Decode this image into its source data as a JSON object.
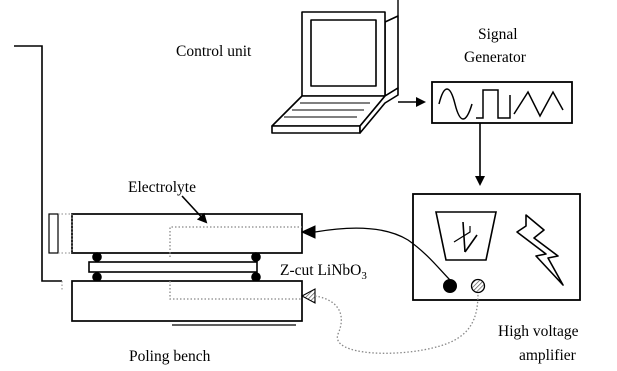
{
  "labels": {
    "control_unit": "Control unit",
    "signal_line1": "Signal",
    "signal_line2": "Generator",
    "electrolyte": "Electrolyte",
    "crystal_main": "Z-cut LiNbO",
    "crystal_subscript": "3",
    "hv_line1": "High voltage",
    "hv_line2": "amplifier",
    "poling_bench": "Poling bench"
  },
  "colors": {
    "stroke": "#000000",
    "background": "#ffffff",
    "hatched_electrode": "#777777",
    "dotted_line": "#888888"
  },
  "icons": {
    "computer": "laptop-icon",
    "meter": "analog-meter-icon",
    "lightning": "lightning-bolt-icon"
  }
}
